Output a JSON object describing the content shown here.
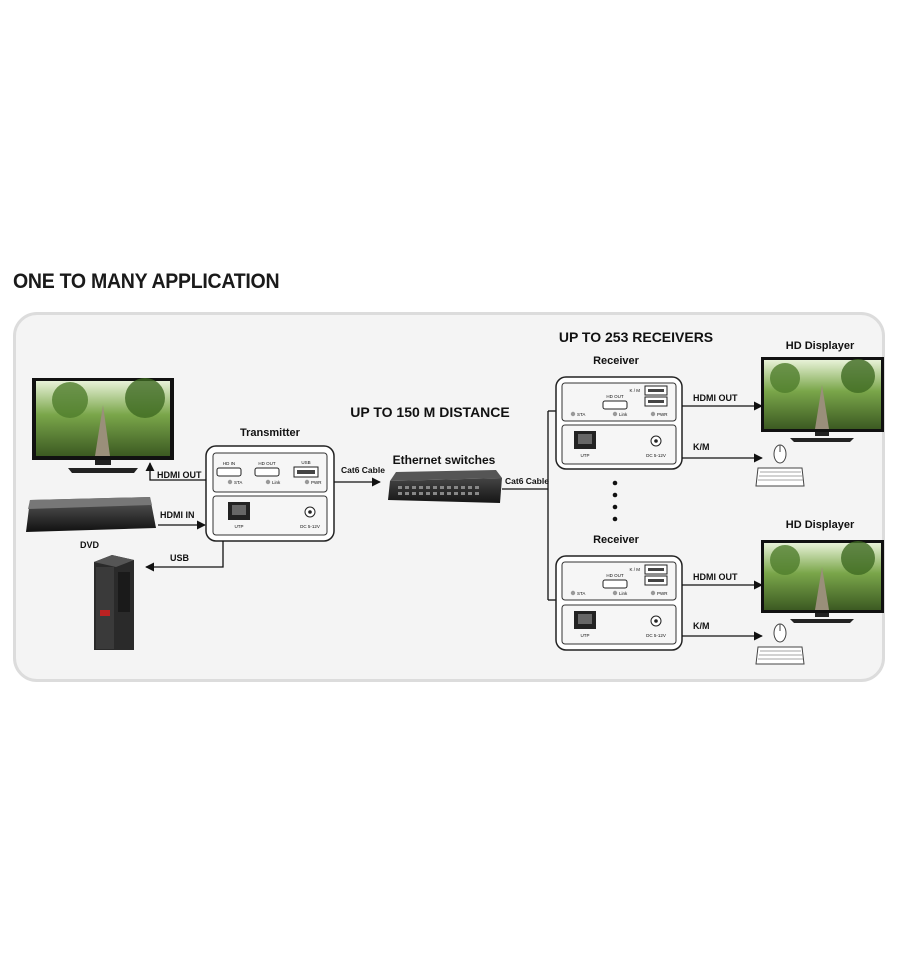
{
  "title": "ONE TO MANY APPLICATION",
  "labels": {
    "distance": "UP TO 150 M DISTANCE",
    "receivers_count": "UP TO 253 RECEIVERS",
    "transmitter": "Transmitter",
    "ethernet_switches": "Ethernet switches",
    "receiver_top": "Receiver",
    "receiver_bottom": "Receiver",
    "hd_displayer_top": "HD Displayer",
    "hd_displayer_bottom": "HD Displayer",
    "dvd": "DVD"
  },
  "connections": {
    "hdmi_out_tx": "HDMI OUT",
    "hdmi_in": "HDMI IN",
    "usb": "USB",
    "cat6_tx": "Cat6 Cable",
    "cat6_rx": "Cat6 Cable",
    "hdmi_out_rx1": "HDMI OUT",
    "km_rx1": "K/M",
    "hdmi_out_rx2": "HDMI OUT",
    "km_rx2": "K/M"
  },
  "ports": {
    "tx_hdmi_in": "HD IN",
    "tx_hdmi_out": "HD OUT",
    "tx_usb": "USB",
    "sta": "STA",
    "link": "Link",
    "pwr": "PWR",
    "utp": "UTP",
    "dc": "DC 5-12V",
    "rx_hdmi_out": "HD OUT",
    "rx_km": "K / M"
  }
}
